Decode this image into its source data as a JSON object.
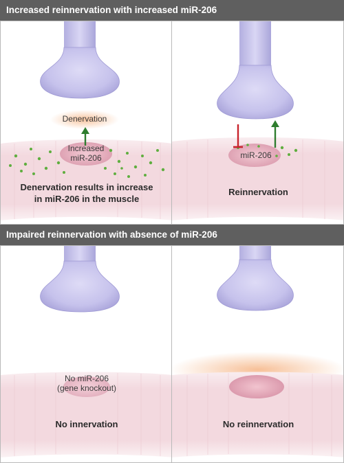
{
  "sections": [
    {
      "title": "Increased reinnervation with increased miR-206",
      "panels": [
        {
          "annotation": "Denervation",
          "cell_label_line1": "Increased",
          "cell_label_line2": "miR-206",
          "caption_line1": "Denervation results in increase",
          "caption_line2": "in miR-206 in the muscle"
        },
        {
          "cell_label": "miR-206",
          "caption": "Reinnervation"
        }
      ]
    },
    {
      "title": "Impaired reinnervation with absence of miR-206",
      "panels": [
        {
          "cell_label_line1": "No miR-206",
          "cell_label_line2": "(gene knockout)",
          "caption": "No innervation"
        },
        {
          "caption": "No reinnervation"
        }
      ]
    }
  ],
  "colors": {
    "header": "#5f5f5f",
    "nerve_terminal": "#c9c6ec",
    "muscle": "#f2d6dc",
    "nucleus": "#e8b2c0",
    "mir206_dots": "#5fae3f",
    "stimulate_arrow": "#2e7d2e",
    "inhibit_bar": "#c8232c",
    "glow": "#f6b98c"
  }
}
